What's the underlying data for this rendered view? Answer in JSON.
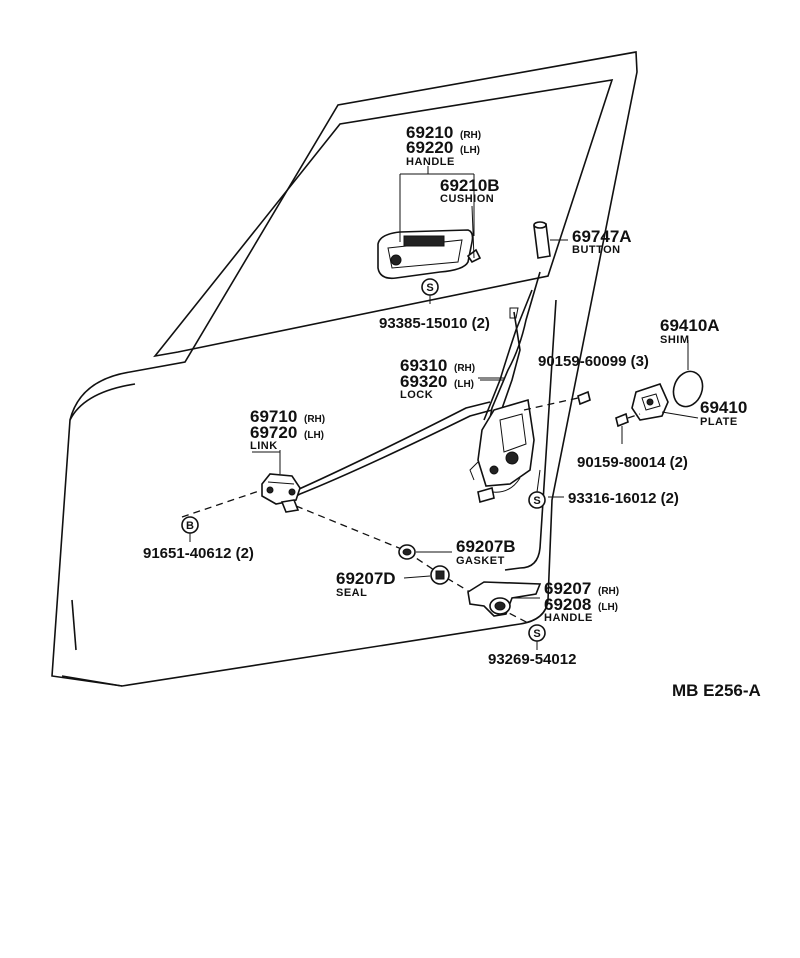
{
  "diagram_code": "MB E256-A",
  "parts": {
    "handle_inner": {
      "number_rh": "69210",
      "rh": "(RH)",
      "number_lh": "69220",
      "lh": "(LH)",
      "name": "HANDLE"
    },
    "cushion": {
      "number": "69210B",
      "name": "CUSHION"
    },
    "button": {
      "number": "69747A",
      "name": "BUTTON"
    },
    "screw_handle": {
      "symbol": "S",
      "number": "93385-15010 (2)"
    },
    "shim": {
      "number": "69410A",
      "name": "SHIM"
    },
    "lock": {
      "number_rh": "69310",
      "rh": "(RH)",
      "number_lh": "69320",
      "lh": "(LH)",
      "name": "LOCK"
    },
    "bolt_lock": {
      "number": "90159-60099 (3)"
    },
    "plate": {
      "number": "69410",
      "name": "PLATE"
    },
    "bolt_plate": {
      "number": "90159-80014 (2)"
    },
    "link": {
      "number_rh": "69710",
      "rh": "(RH)",
      "number_lh": "69720",
      "lh": "(LH)",
      "name": "LINK"
    },
    "screw_lock": {
      "symbol": "S",
      "number": "93316-16012 (2)"
    },
    "bolt_link": {
      "symbol": "B",
      "number": "91651-40612 (2)"
    },
    "gasket": {
      "number": "69207B",
      "name": "GASKET"
    },
    "seal": {
      "number": "69207D",
      "name": "SEAL"
    },
    "handle_outer": {
      "number_rh": "69207",
      "rh": "(RH)",
      "number_lh": "69208",
      "lh": "(LH)",
      "name": "HANDLE"
    },
    "screw_outer": {
      "symbol": "S",
      "number": "93269-54012"
    }
  }
}
